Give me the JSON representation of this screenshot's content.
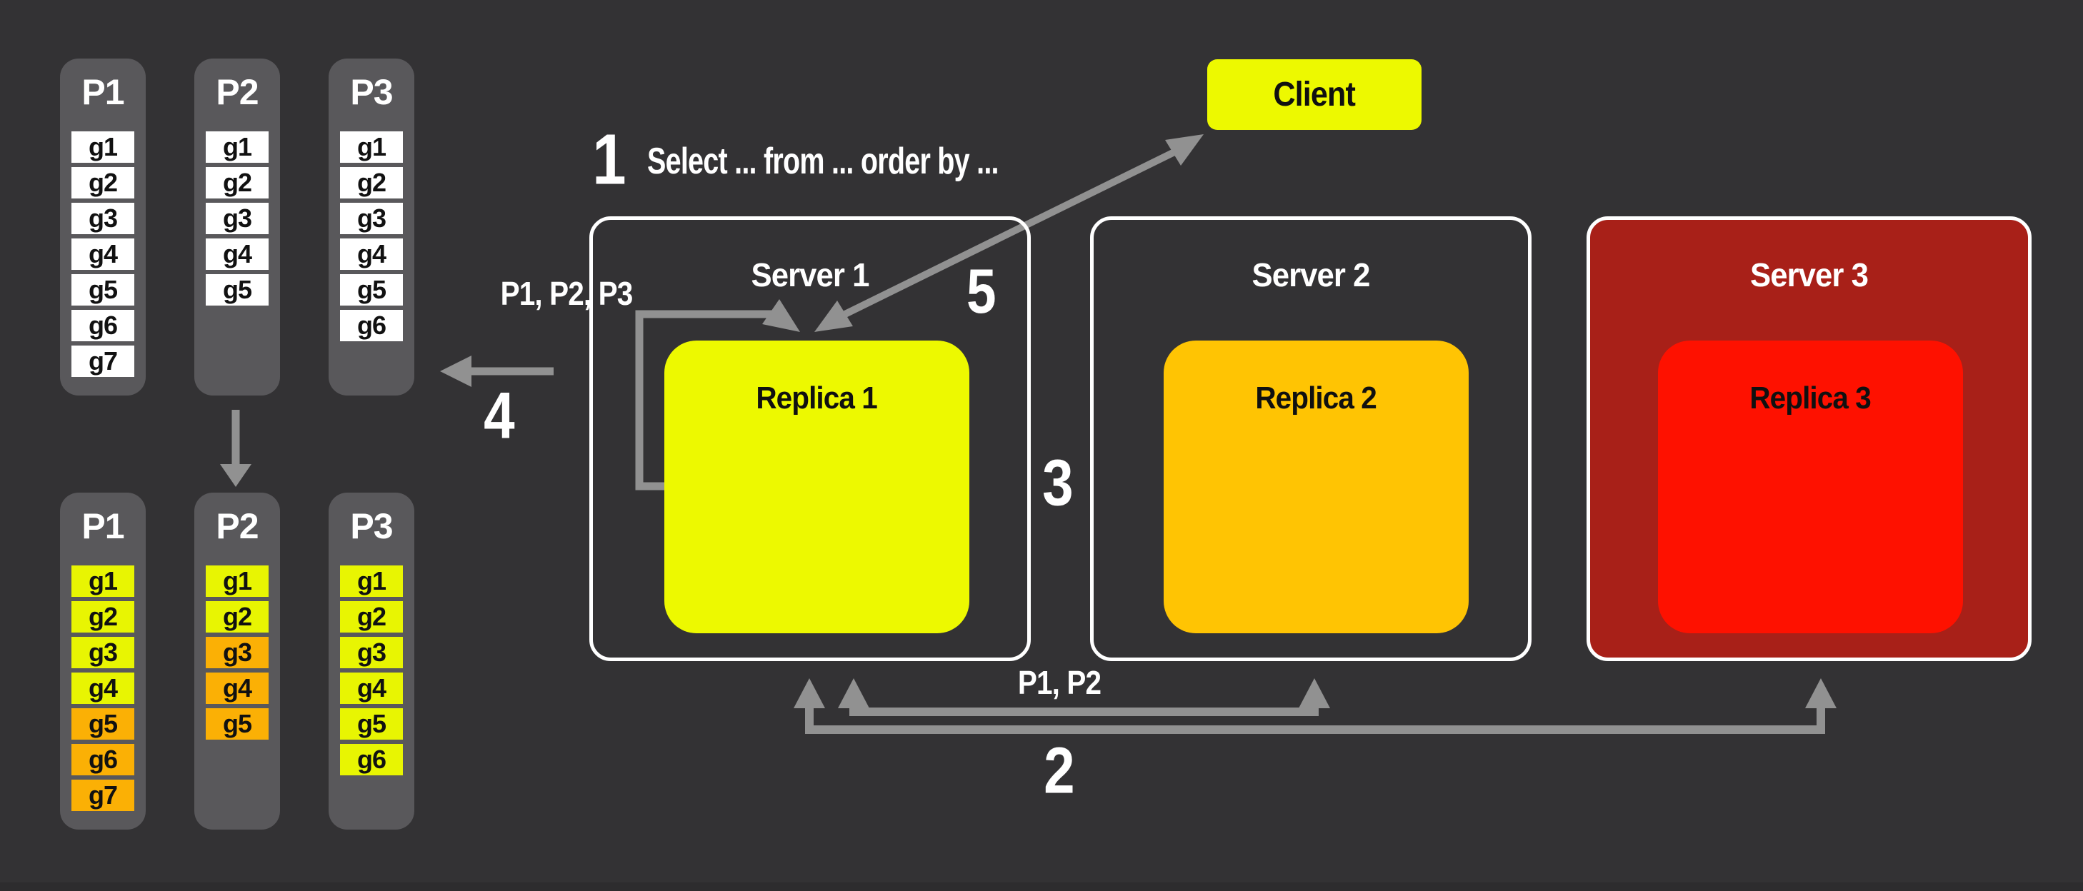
{
  "colors": {
    "background": "#333234",
    "panel_gray": "#59585B",
    "accent_yellow": "#EDF900",
    "cell_yellow": "#E8F502",
    "accent_orange": "#FFC403",
    "cell_orange": "#FBB005",
    "server3_fill": "#A82018",
    "replica3_fill": "#FE1100",
    "arrow_gray": "#919191",
    "white": "#FFFFFF"
  },
  "client": {
    "label": "Client"
  },
  "steps": {
    "query": {
      "number": "1",
      "label": "Select ... from ... order by ..."
    },
    "replicate": {
      "number": "2"
    },
    "fanout": {
      "number": "3"
    },
    "rebalance": {
      "number": "4"
    },
    "respond": {
      "number": "5"
    }
  },
  "annotations": {
    "loop_partitions": "P1, P2, P3",
    "replicated_partitions": "P1, P2"
  },
  "servers": [
    {
      "name": "Server 1",
      "replica": {
        "label": "Replica 1",
        "color": "#EDF900"
      }
    },
    {
      "name": "Server 2",
      "replica": {
        "label": "Replica 2",
        "color": "#FFC403"
      }
    },
    {
      "name": "Server 3",
      "replica": {
        "label": "Replica 3",
        "color": "#FE1100"
      }
    }
  ],
  "partitions_before": [
    {
      "name": "P1",
      "cells": [
        {
          "label": "g1",
          "state": "white"
        },
        {
          "label": "g2",
          "state": "white"
        },
        {
          "label": "g3",
          "state": "white"
        },
        {
          "label": "g4",
          "state": "white"
        },
        {
          "label": "g5",
          "state": "white"
        },
        {
          "label": "g6",
          "state": "white"
        },
        {
          "label": "g7",
          "state": "white"
        }
      ]
    },
    {
      "name": "P2",
      "cells": [
        {
          "label": "g1",
          "state": "white"
        },
        {
          "label": "g2",
          "state": "white"
        },
        {
          "label": "g3",
          "state": "white"
        },
        {
          "label": "g4",
          "state": "white"
        },
        {
          "label": "g5",
          "state": "white"
        }
      ]
    },
    {
      "name": "P3",
      "cells": [
        {
          "label": "g1",
          "state": "white"
        },
        {
          "label": "g2",
          "state": "white"
        },
        {
          "label": "g3",
          "state": "white"
        },
        {
          "label": "g4",
          "state": "white"
        },
        {
          "label": "g5",
          "state": "white"
        },
        {
          "label": "g6",
          "state": "white"
        }
      ]
    }
  ],
  "partitions_after": [
    {
      "name": "P1",
      "cells": [
        {
          "label": "g1",
          "state": "yellow"
        },
        {
          "label": "g2",
          "state": "yellow"
        },
        {
          "label": "g3",
          "state": "yellow"
        },
        {
          "label": "g4",
          "state": "yellow"
        },
        {
          "label": "g5",
          "state": "orange"
        },
        {
          "label": "g6",
          "state": "orange"
        },
        {
          "label": "g7",
          "state": "orange"
        }
      ]
    },
    {
      "name": "P2",
      "cells": [
        {
          "label": "g1",
          "state": "yellow"
        },
        {
          "label": "g2",
          "state": "yellow"
        },
        {
          "label": "g3",
          "state": "orange"
        },
        {
          "label": "g4",
          "state": "orange"
        },
        {
          "label": "g5",
          "state": "orange"
        }
      ]
    },
    {
      "name": "P3",
      "cells": [
        {
          "label": "g1",
          "state": "yellow"
        },
        {
          "label": "g2",
          "state": "yellow"
        },
        {
          "label": "g3",
          "state": "yellow"
        },
        {
          "label": "g4",
          "state": "yellow"
        },
        {
          "label": "g5",
          "state": "yellow"
        },
        {
          "label": "g6",
          "state": "yellow"
        }
      ]
    }
  ]
}
